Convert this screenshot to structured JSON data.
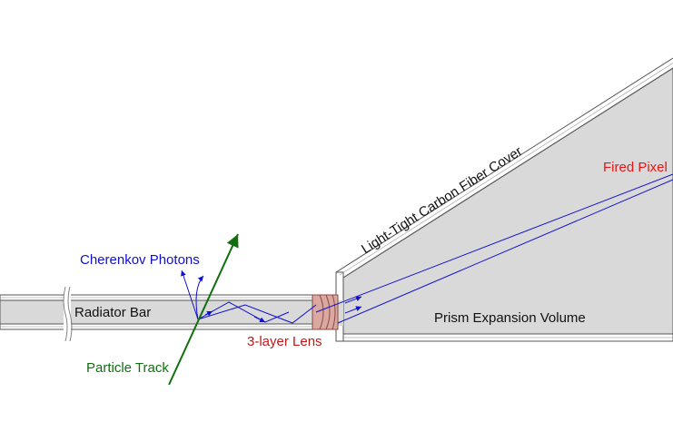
{
  "labels": {
    "cherenkov_photons": "Cherenkov Photons",
    "radiator_bar": "Radiator Bar",
    "particle_track": "Particle Track",
    "lens": "3-layer Lens",
    "cover": "Light-Tight Carbon Fiber Cover",
    "fired_pixel": "Fired Pixel",
    "prism_volume": "Prism Expansion Volume"
  },
  "colors": {
    "photon": "#1010d0",
    "track": "#107010",
    "lens_text": "#c01818",
    "pixel_text": "#e01818",
    "gray_fill": "#d9d9d9",
    "outline": "#555555",
    "lens_fill": "#d9a8a0"
  }
}
